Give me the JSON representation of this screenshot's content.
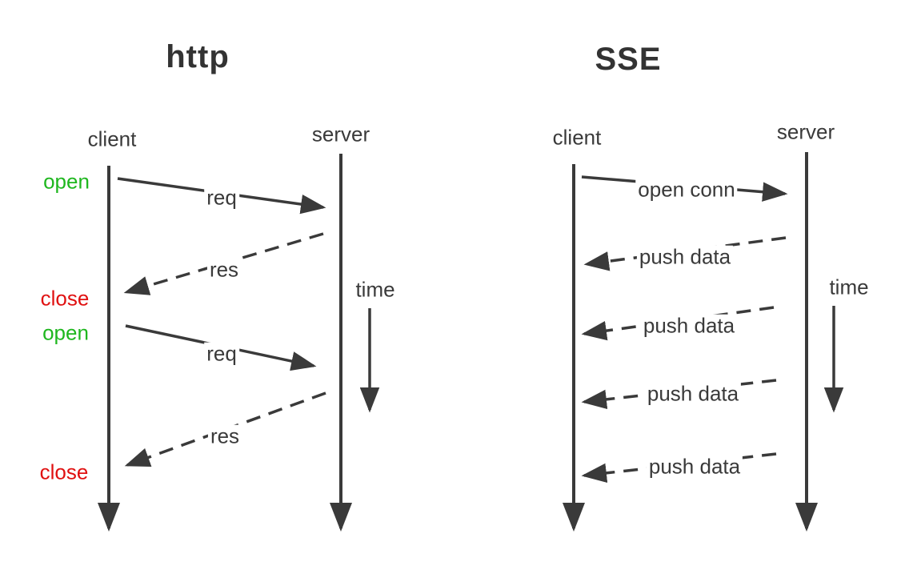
{
  "left": {
    "title": "http",
    "actors": {
      "client": "client",
      "server": "server"
    },
    "time_label": "time",
    "states": [
      {
        "label": "open",
        "type": "open"
      },
      {
        "label": "close",
        "type": "close"
      },
      {
        "label": "open",
        "type": "open"
      },
      {
        "label": "close",
        "type": "close"
      }
    ],
    "messages": [
      {
        "label": "req",
        "from": "client",
        "to": "server",
        "line": "solid"
      },
      {
        "label": "res",
        "from": "server",
        "to": "client",
        "line": "dashed"
      },
      {
        "label": "req",
        "from": "client",
        "to": "server",
        "line": "solid"
      },
      {
        "label": "res",
        "from": "server",
        "to": "client",
        "line": "dashed"
      }
    ]
  },
  "right": {
    "title": "SSE",
    "actors": {
      "client": "client",
      "server": "server"
    },
    "time_label": "time",
    "messages": [
      {
        "label": "open conn",
        "from": "client",
        "to": "server",
        "line": "solid"
      },
      {
        "label": "push data",
        "from": "server",
        "to": "client",
        "line": "dashed"
      },
      {
        "label": "push data",
        "from": "server",
        "to": "client",
        "line": "dashed"
      },
      {
        "label": "push data",
        "from": "server",
        "to": "client",
        "line": "dashed"
      },
      {
        "label": "push data",
        "from": "server",
        "to": "client",
        "line": "dashed"
      }
    ]
  },
  "colors": {
    "open_state": "#1fb71f",
    "close_state": "#e01111",
    "ink": "#3a3a3a",
    "background": "#ffffff"
  }
}
